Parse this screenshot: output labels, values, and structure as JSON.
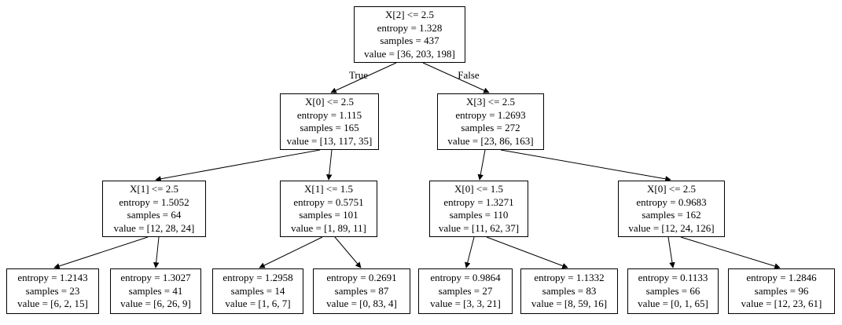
{
  "diagram": {
    "type": "decision-tree",
    "edge_labels": {
      "true": "True",
      "false": "False"
    },
    "nodes": {
      "root": {
        "condition": "X[2] <= 2.5",
        "entropy": "entropy = 1.328",
        "samples": "samples = 437",
        "value": "value = [36, 203, 198]"
      },
      "n1": {
        "condition": "X[0] <= 2.5",
        "entropy": "entropy = 1.115",
        "samples": "samples = 165",
        "value": "value = [13, 117, 35]"
      },
      "n2": {
        "condition": "X[3] <= 2.5",
        "entropy": "entropy = 1.2693",
        "samples": "samples = 272",
        "value": "value = [23, 86, 163]"
      },
      "n3": {
        "condition": "X[1] <= 2.5",
        "entropy": "entropy = 1.5052",
        "samples": "samples = 64",
        "value": "value = [12, 28, 24]"
      },
      "n4": {
        "condition": "X[1] <= 1.5",
        "entropy": "entropy = 0.5751",
        "samples": "samples = 101",
        "value": "value = [1, 89, 11]"
      },
      "n5": {
        "condition": "X[0] <= 1.5",
        "entropy": "entropy = 1.3271",
        "samples": "samples = 110",
        "value": "value = [11, 62, 37]"
      },
      "n6": {
        "condition": "X[0] <= 2.5",
        "entropy": "entropy = 0.9683",
        "samples": "samples = 162",
        "value": "value = [12, 24, 126]"
      },
      "l1": {
        "entropy": "entropy = 1.2143",
        "samples": "samples = 23",
        "value": "value = [6, 2, 15]"
      },
      "l2": {
        "entropy": "entropy = 1.3027",
        "samples": "samples = 41",
        "value": "value = [6, 26, 9]"
      },
      "l3": {
        "entropy": "entropy = 1.2958",
        "samples": "samples = 14",
        "value": "value = [1, 6, 7]"
      },
      "l4": {
        "entropy": "entropy = 0.2691",
        "samples": "samples = 87",
        "value": "value = [0, 83, 4]"
      },
      "l5": {
        "entropy": "entropy = 0.9864",
        "samples": "samples = 27",
        "value": "value = [3, 3, 21]"
      },
      "l6": {
        "entropy": "entropy = 1.1332",
        "samples": "samples = 83",
        "value": "value = [8, 59, 16]"
      },
      "l7": {
        "entropy": "entropy = 0.1133",
        "samples": "samples = 66",
        "value": "value = [0, 1, 65]"
      },
      "l8": {
        "entropy": "entropy = 1.2846",
        "samples": "samples = 96",
        "value": "value = [12, 23, 61]"
      }
    }
  }
}
